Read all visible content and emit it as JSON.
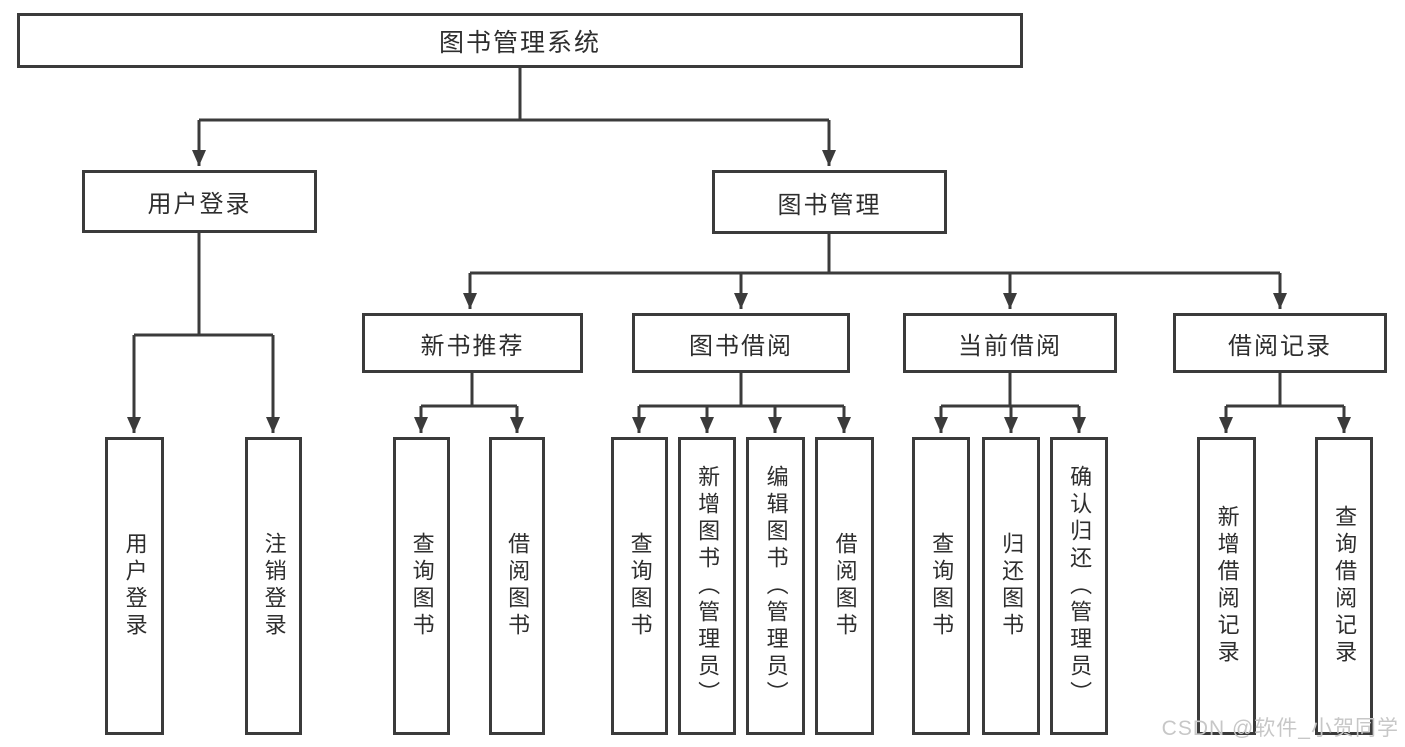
{
  "tree": {
    "root": {
      "label": "图书管理系统"
    },
    "children": [
      {
        "label": "用户登录",
        "children": [
          {
            "label": "用户登录"
          },
          {
            "label": "注销登录"
          }
        ]
      },
      {
        "label": "图书管理",
        "children": [
          {
            "label": "新书推荐",
            "children": [
              {
                "label": "查询图书"
              },
              {
                "label": "借阅图书"
              }
            ]
          },
          {
            "label": "图书借阅",
            "children": [
              {
                "label": "查询图书"
              },
              {
                "label": "新增图书（管理员）"
              },
              {
                "label": "编辑图书（管理员）"
              },
              {
                "label": "借阅图书"
              }
            ]
          },
          {
            "label": "当前借阅",
            "children": [
              {
                "label": "查询图书"
              },
              {
                "label": "归还图书"
              },
              {
                "label": "确认归还（管理员）"
              }
            ]
          },
          {
            "label": "借阅记录",
            "children": [
              {
                "label": "新增借阅记录"
              },
              {
                "label": "查询借阅记录"
              }
            ]
          }
        ]
      }
    ]
  },
  "watermark": "CSDN @软件_小贺同学",
  "colors": {
    "line": "#3b3b3b",
    "text": "#2e2e2e",
    "watermark": "#c7c7c7",
    "background": "#ffffff"
  }
}
